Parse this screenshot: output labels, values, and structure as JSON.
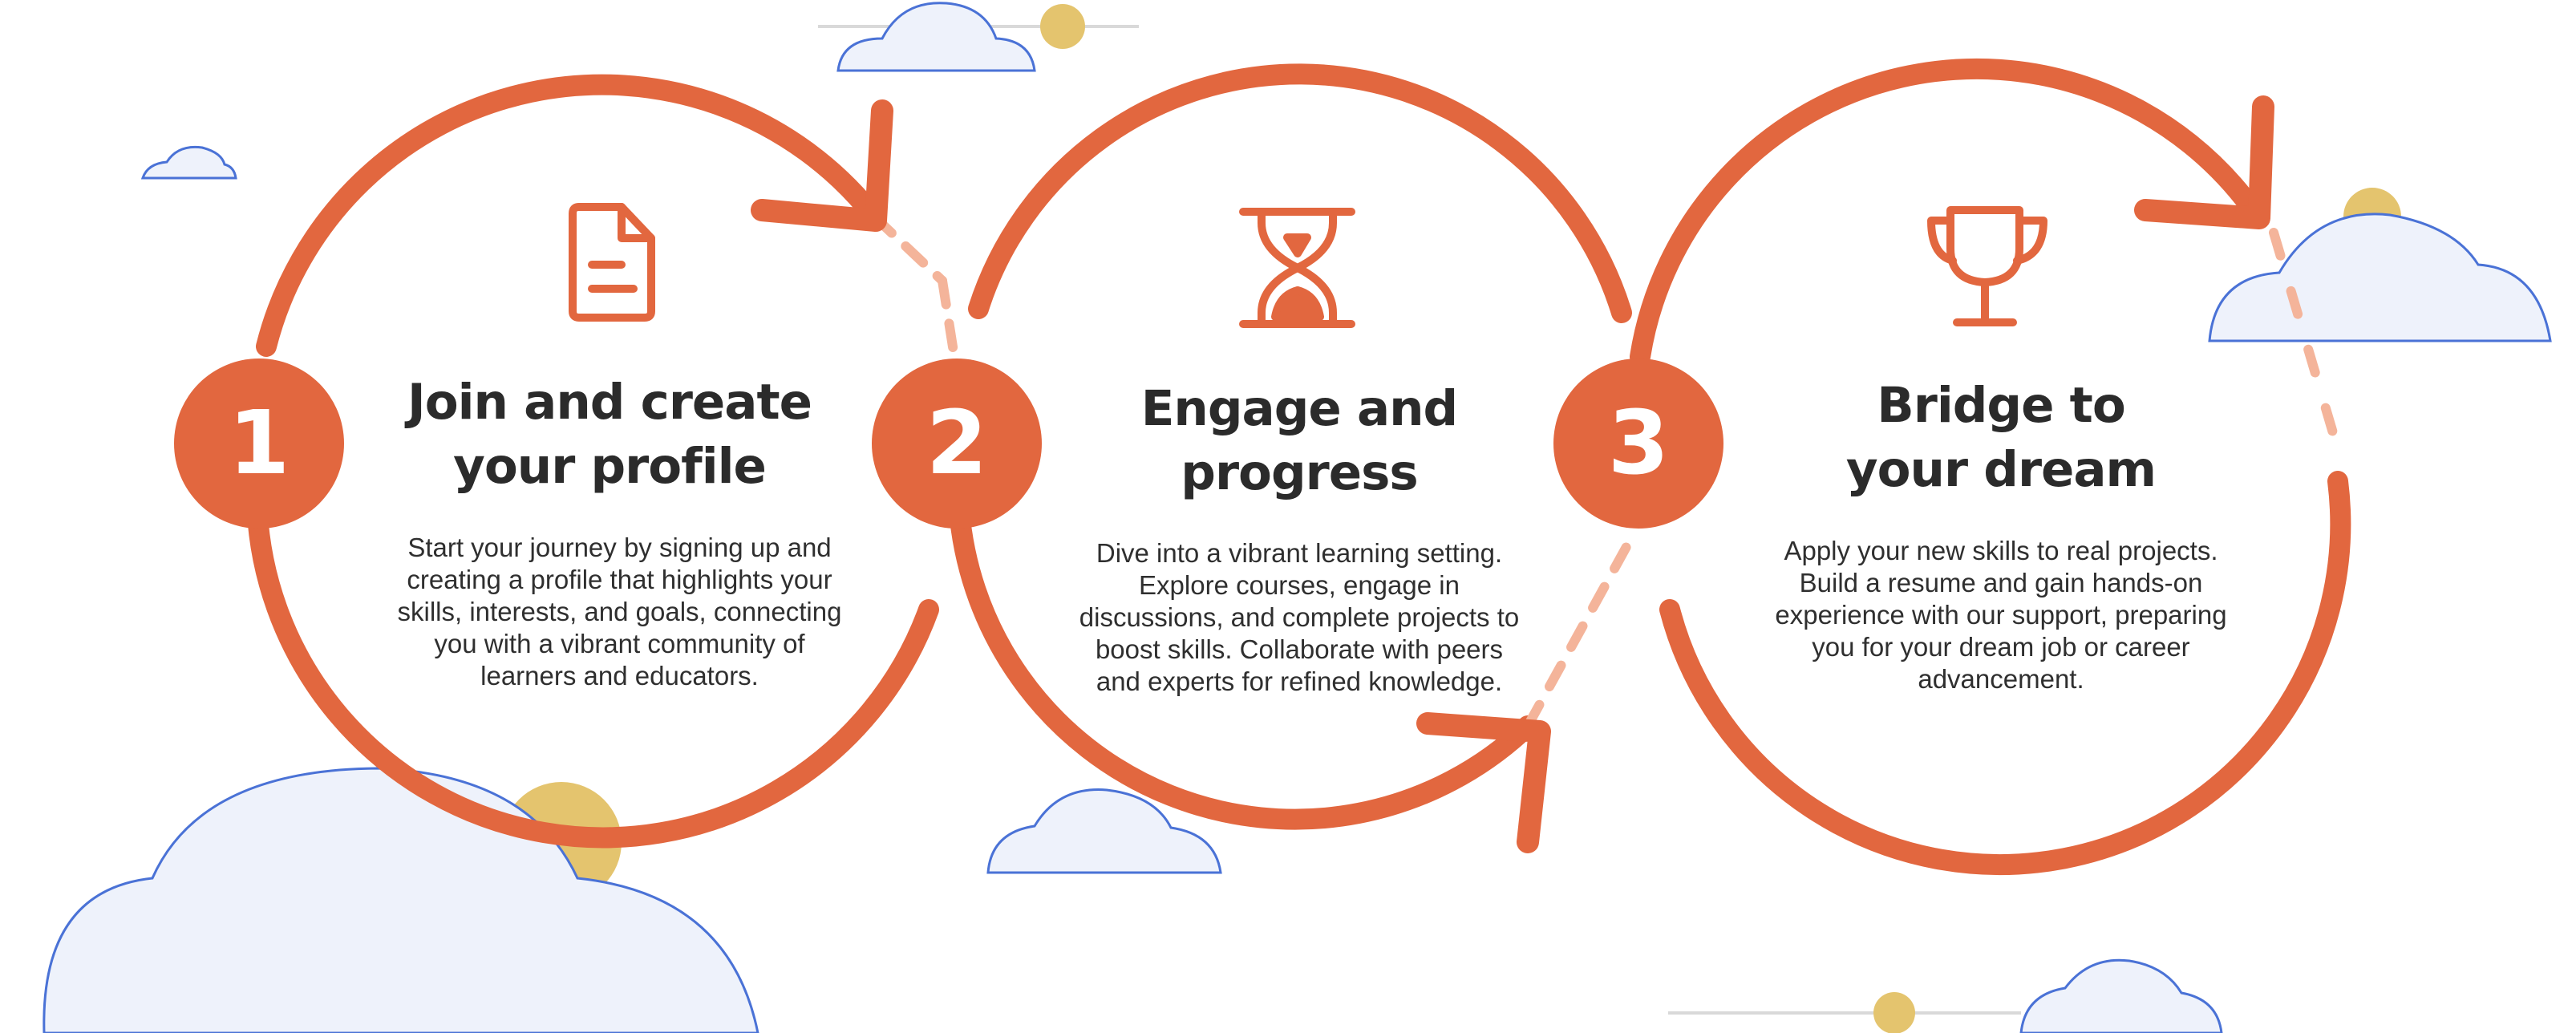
{
  "colors": {
    "accent": "#E2673F",
    "accent_light": "#F4B49A",
    "cloud_fill": "#EEF2FB",
    "cloud_stroke": "#4A72D6",
    "sun": "#E4C46E",
    "text": "#2B2B2B"
  },
  "steps": [
    {
      "number": "1",
      "icon": "document-icon",
      "title_line1": "Join and create",
      "title_line2": "your profile",
      "description": [
        "Start your journey by signing up and",
        "creating a profile that highlights your",
        "skills, interests, and goals, connecting",
        "you with a vibrant community of",
        "learners and educators."
      ]
    },
    {
      "number": "2",
      "icon": "hourglass-icon",
      "title_line1": "Engage and",
      "title_line2": "progress",
      "description": [
        "Dive into a vibrant learning setting.",
        "Explore courses, engage in",
        "discussions, and complete projects to",
        "boost skills. Collaborate with peers",
        "and experts for refined knowledge."
      ]
    },
    {
      "number": "3",
      "icon": "trophy-icon",
      "title_line1": "Bridge to",
      "title_line2": "your dream",
      "description": [
        "Apply your new skills to real projects.",
        "Build a resume and gain hands-on",
        "experience with our support, preparing",
        "you for your dream job or career",
        "advancement."
      ]
    }
  ]
}
